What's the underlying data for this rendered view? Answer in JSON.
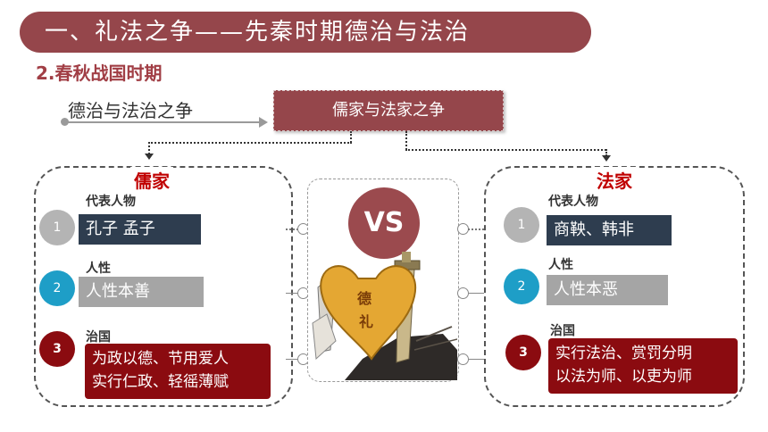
{
  "header": {
    "title": "一、礼法之争——先秦时期德治与法治",
    "subtitle": "2.春秋战国时期"
  },
  "flow": {
    "left_label": "德治与法治之争",
    "center_box": "儒家与法家之争"
  },
  "vs_text": "VS",
  "image_chars": [
    "德",
    "礼"
  ],
  "left_panel": {
    "title": "儒家",
    "sections": [
      {
        "number": "1",
        "label": "代表人物",
        "lines": [
          "孔子 孟子"
        ]
      },
      {
        "number": "2",
        "label": "人性",
        "lines": [
          "人性本善"
        ]
      },
      {
        "number": "3",
        "label": "治国",
        "lines": [
          "为政以德、节用爱人",
          "实行仁政、轻徭薄赋"
        ]
      }
    ]
  },
  "right_panel": {
    "title": "法家",
    "sections": [
      {
        "number": "1",
        "label": "代表人物",
        "lines": [
          "商鞅、韩非"
        ]
      },
      {
        "number": "2",
        "label": "人性",
        "lines": [
          "人性本恶"
        ]
      },
      {
        "number": "3",
        "label": "治国",
        "lines": [
          "实行法治、赏罚分明",
          "以法为师、以吏为师"
        ]
      }
    ]
  },
  "colors": {
    "brand": "#95464b",
    "accent_red": "#c00000",
    "dark_red": "#8b0b10",
    "navy": "#2e3d4f",
    "teal": "#1e9ec7",
    "grey": "#a5a5a5"
  }
}
